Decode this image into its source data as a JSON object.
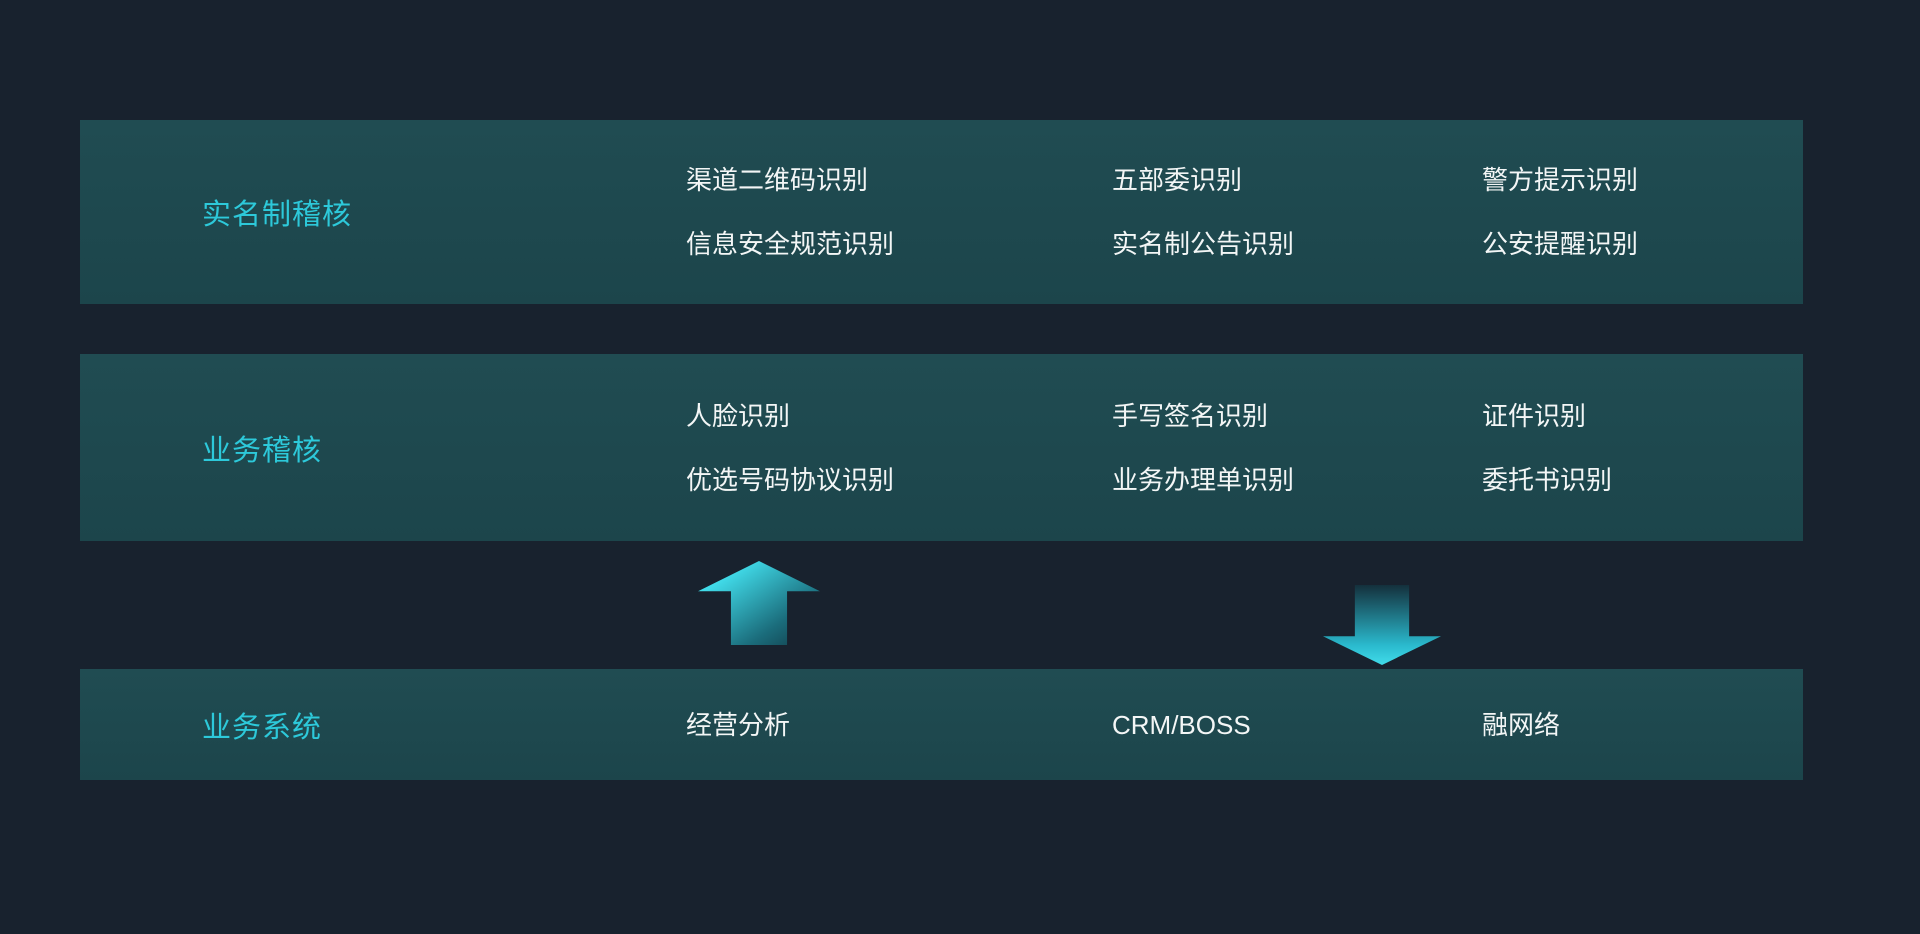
{
  "theme": {
    "background": "#18222e",
    "panel": "#1e4950",
    "accent": "#2dc9da",
    "text": "#f3f6f6"
  },
  "rows": [
    {
      "label": "实名制稽核",
      "columns": [
        [
          "渠道二维码识别",
          "信息安全规范识别"
        ],
        [
          "五部委识别",
          "实名制公告识别"
        ],
        [
          "警方提示识别",
          "公安提醒识别"
        ]
      ]
    },
    {
      "label": "业务稽核",
      "columns": [
        [
          "人脸识别",
          "优选号码协议识别"
        ],
        [
          "手写签名识别",
          "业务办理单识别"
        ],
        [
          "证件识别",
          "委托书识别"
        ]
      ]
    }
  ],
  "bottom_row": {
    "label": "业务系统",
    "items": [
      "经营分析",
      "CRM/BOSS",
      "融网络"
    ]
  },
  "icons": {
    "up_arrow": "block-arrow-up",
    "down_arrow": "block-arrow-down"
  }
}
